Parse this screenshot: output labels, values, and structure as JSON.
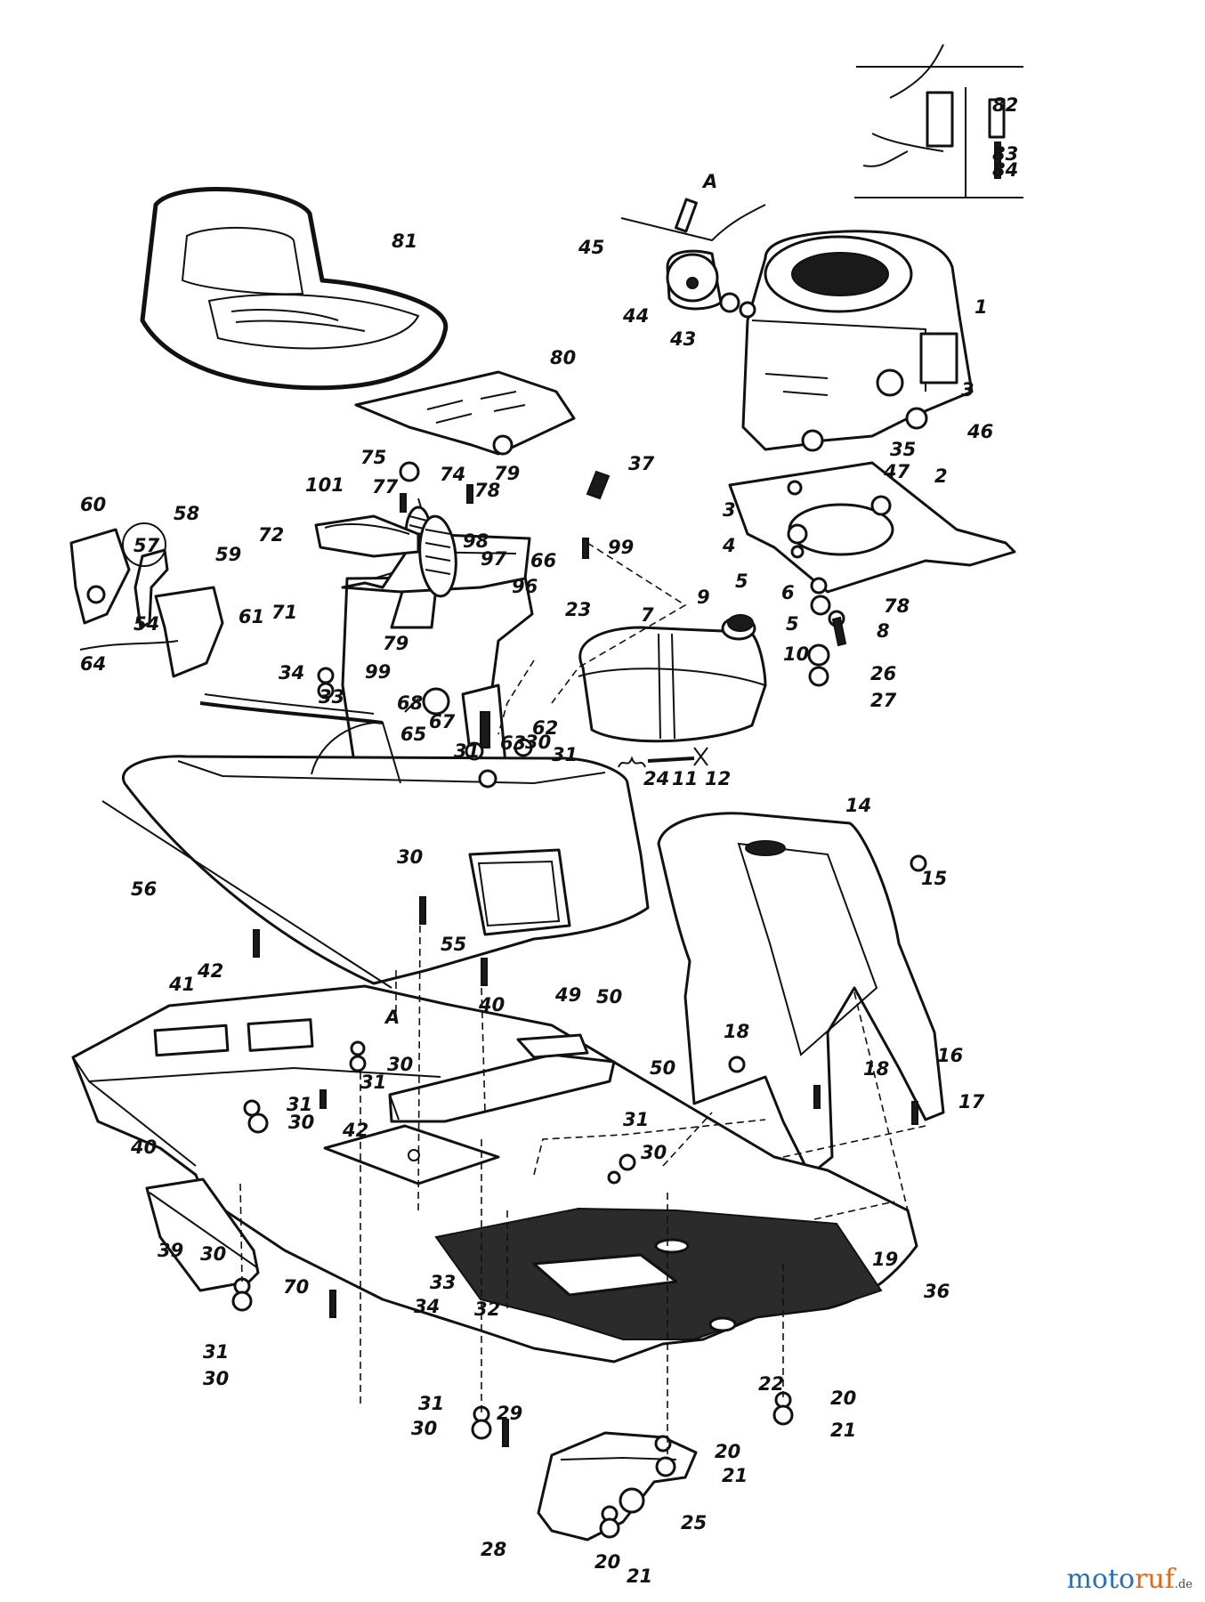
{
  "diagram": {
    "callouts": [
      {
        "label": "1"
      },
      {
        "label": "2"
      },
      {
        "label": "3"
      },
      {
        "label": "3"
      },
      {
        "label": "4"
      },
      {
        "label": "5"
      },
      {
        "label": "5"
      },
      {
        "label": "6"
      },
      {
        "label": "7"
      },
      {
        "label": "8"
      },
      {
        "label": "9"
      },
      {
        "label": "10"
      },
      {
        "label": "11"
      },
      {
        "label": "12"
      },
      {
        "label": "14"
      },
      {
        "label": "15"
      },
      {
        "label": "16"
      },
      {
        "label": "17"
      },
      {
        "label": "18"
      },
      {
        "label": "18"
      },
      {
        "label": "19"
      },
      {
        "label": "20"
      },
      {
        "label": "20"
      },
      {
        "label": "20"
      },
      {
        "label": "21"
      },
      {
        "label": "21"
      },
      {
        "label": "21"
      },
      {
        "label": "22"
      },
      {
        "label": "23"
      },
      {
        "label": "24"
      },
      {
        "label": "25"
      },
      {
        "label": "26"
      },
      {
        "label": "27"
      },
      {
        "label": "28"
      },
      {
        "label": "29"
      },
      {
        "label": "30"
      },
      {
        "label": "30"
      },
      {
        "label": "30"
      },
      {
        "label": "30"
      },
      {
        "label": "30"
      },
      {
        "label": "30"
      },
      {
        "label": "30"
      },
      {
        "label": "30"
      },
      {
        "label": "31"
      },
      {
        "label": "31"
      },
      {
        "label": "31"
      },
      {
        "label": "31"
      },
      {
        "label": "31"
      },
      {
        "label": "31"
      },
      {
        "label": "31"
      },
      {
        "label": "32"
      },
      {
        "label": "33"
      },
      {
        "label": "33"
      },
      {
        "label": "34"
      },
      {
        "label": "34"
      },
      {
        "label": "35"
      },
      {
        "label": "36"
      },
      {
        "label": "37"
      },
      {
        "label": "39"
      },
      {
        "label": "40"
      },
      {
        "label": "40"
      },
      {
        "label": "41"
      },
      {
        "label": "42"
      },
      {
        "label": "42"
      },
      {
        "label": "43"
      },
      {
        "label": "44"
      },
      {
        "label": "45"
      },
      {
        "label": "46"
      },
      {
        "label": "47"
      },
      {
        "label": "49"
      },
      {
        "label": "50"
      },
      {
        "label": "50"
      },
      {
        "label": "54"
      },
      {
        "label": "55"
      },
      {
        "label": "56"
      },
      {
        "label": "57"
      },
      {
        "label": "58"
      },
      {
        "label": "59"
      },
      {
        "label": "60"
      },
      {
        "label": "61"
      },
      {
        "label": "62"
      },
      {
        "label": "63"
      },
      {
        "label": "64"
      },
      {
        "label": "65"
      },
      {
        "label": "66"
      },
      {
        "label": "67"
      },
      {
        "label": "68"
      },
      {
        "label": "70"
      },
      {
        "label": "71"
      },
      {
        "label": "72"
      },
      {
        "label": "74"
      },
      {
        "label": "75"
      },
      {
        "label": "77"
      },
      {
        "label": "78"
      },
      {
        "label": "78"
      },
      {
        "label": "79"
      },
      {
        "label": "79"
      },
      {
        "label": "80"
      },
      {
        "label": "81"
      },
      {
        "label": "82"
      },
      {
        "label": "83"
      },
      {
        "label": "84"
      },
      {
        "label": "96"
      },
      {
        "label": "97"
      },
      {
        "label": "98"
      },
      {
        "label": "99"
      },
      {
        "label": "99"
      },
      {
        "label": "101"
      },
      {
        "label": "A"
      },
      {
        "label": "A"
      }
    ]
  },
  "watermark": {
    "part1": "moto",
    "part2": "ruf",
    "suffix": ".de"
  }
}
